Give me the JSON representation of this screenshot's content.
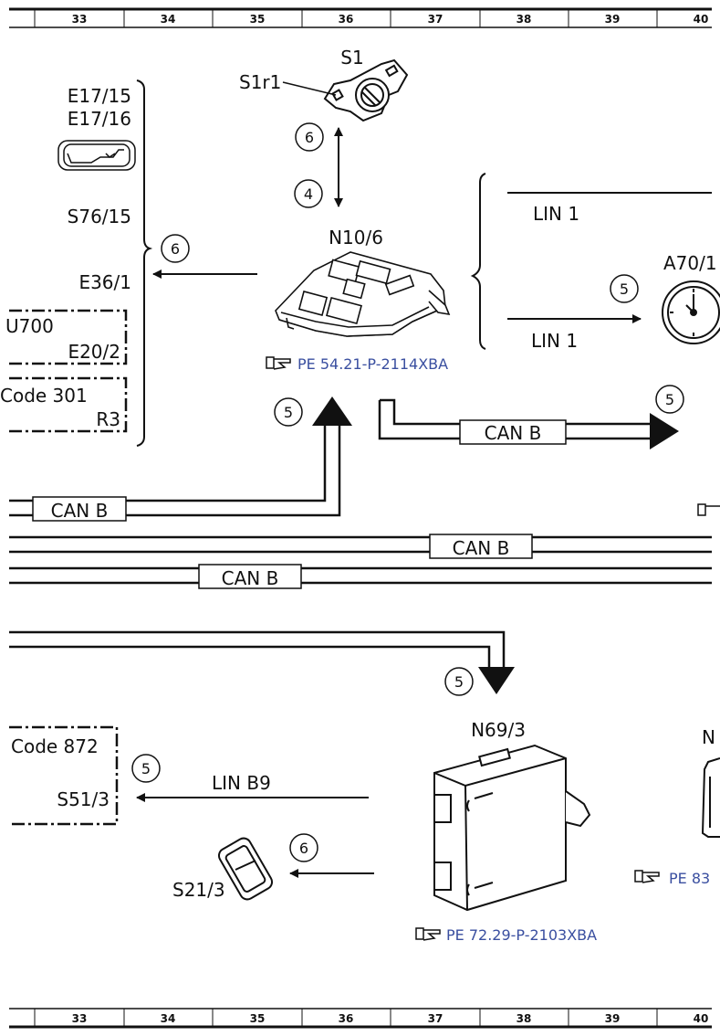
{
  "ruler": {
    "columns": [
      "33",
      "34",
      "35",
      "36",
      "37",
      "38",
      "39",
      "40"
    ]
  },
  "components": {
    "s1": "S1",
    "s1r1": "S1r1",
    "e17_15": "E17/15",
    "e17_16": "E17/16",
    "s76_15": "S76/15",
    "e36_1": "E36/1",
    "u700": "U700",
    "e20_2": "E20/2",
    "code301": "Code 301",
    "r3": "R3",
    "n10_6": "N10/6",
    "a70": "A70/1",
    "n69_3": "N69/3",
    "code872": "Code 872",
    "s51_3": "S51/3",
    "s21_3": "S21/3",
    "n_partial": "N"
  },
  "steps": {
    "s6a": "6",
    "s4": "4",
    "s6b": "6",
    "s5a": "5",
    "s5b": "5",
    "s5c": "5",
    "s5d": "5",
    "s5e": "5",
    "s6c": "6"
  },
  "buses": {
    "lin1_top": "LIN 1",
    "lin1_bottom": "LIN 1",
    "canb_n10": "CAN B",
    "canb_left": "CAN B",
    "canb_mid1": "CAN B",
    "canb_mid2": "CAN B",
    "linb9": "LIN B9"
  },
  "references": {
    "pe_n10": "PE 54.21-P-2114XBA",
    "pe_n69": "PE 72.29-P-2103XBA",
    "pe_right": "PE 83"
  }
}
